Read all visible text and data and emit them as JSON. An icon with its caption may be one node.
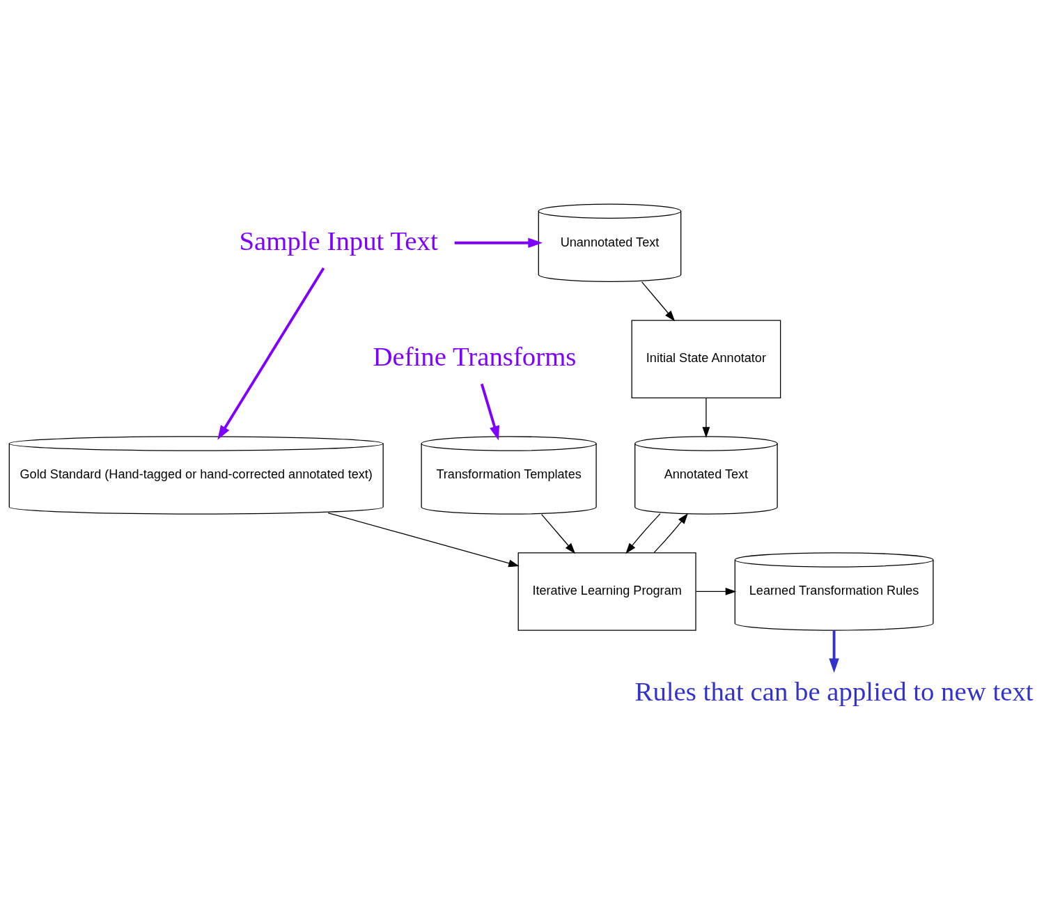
{
  "diagram": {
    "nodes": [
      {
        "text": [
          "Unannotated Text"
        ]
      },
      {
        "text": [
          "Initial State Annotator"
        ]
      },
      {
        "text": [
          "Annotated Text"
        ]
      },
      {
        "text": [
          "Transformation Templates"
        ]
      },
      {
        "text": [
          "Gold Standard (Hand-tagged or hand-corrected annotated text)"
        ]
      },
      {
        "text": [
          "Iterative Learning Program"
        ]
      },
      {
        "text": [
          "Learned Transformation Rules"
        ]
      },
      {
        "text": [
          "Sample Input Text"
        ]
      },
      {
        "text": [
          "Define Transforms"
        ]
      },
      {
        "text": [
          "Rules that can be applied to new text"
        ]
      }
    ],
    "edges": [
      {
        "from": 0,
        "to": 1,
        "arrow": "to"
      },
      {
        "from": 1,
        "to": 2,
        "arrow": "to"
      },
      {
        "from": 3,
        "to": 5,
        "arrow": "to"
      },
      {
        "from": 4,
        "to": 5,
        "arrow": "to"
      },
      {
        "from": 2,
        "to": 5,
        "arrow": "to"
      },
      {
        "from": 5,
        "to": 6,
        "arrow": "to"
      },
      {
        "from": 5,
        "to": 2,
        "arrow": "to"
      },
      {
        "from": 7,
        "to": 0,
        "arrow": "to",
        "style": "thick",
        "color": "#8000ff"
      },
      {
        "from": 7,
        "to": 4,
        "arrow": "to",
        "style": "thick",
        "color": "#8000ff"
      },
      {
        "from": 8,
        "to": 3,
        "arrow": "to",
        "style": "thick",
        "color": "#8000ff"
      },
      {
        "from": 6,
        "to": 9,
        "arrow": "to",
        "style": "thick",
        "color": "#3333cc"
      }
    ]
  }
}
